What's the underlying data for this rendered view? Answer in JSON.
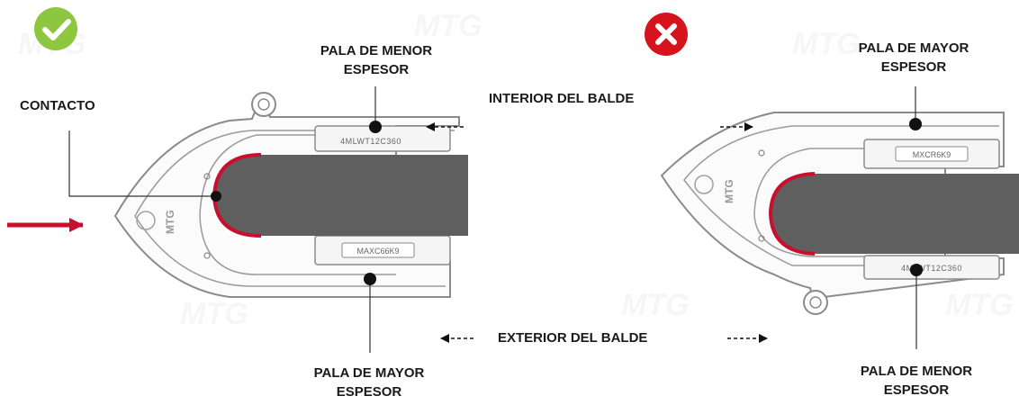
{
  "labels": {
    "contact": "CONTACTO",
    "left_top_line1": "PALA DE MENOR",
    "left_top_line2": "ESPESOR",
    "left_bottom_line1": "PALA DE MAYOR",
    "left_bottom_line2": "ESPESOR",
    "right_top_line1": "PALA DE MAYOR",
    "right_top_line2": "ESPESOR",
    "right_bottom_line1": "PALA DE MENOR",
    "right_bottom_line2": "ESPESOR",
    "interior": "INTERIOR DEL BALDE",
    "exterior": "EXTERIOR DEL BALDE"
  },
  "markings": {
    "left_top_plate": "4MLWT12C360",
    "left_bottom_plate": "MAXC66K9",
    "left_brand": "MTG",
    "right_top_plate": "MXCR6K9",
    "right_bottom_plate": "4MLWT12C360",
    "right_brand": "MTG"
  },
  "watermark": "MTG",
  "status": {
    "correct_icon": "check-circle-icon",
    "incorrect_icon": "x-circle-icon",
    "correct_color": "#8dc63f",
    "incorrect_color": "#d6141e"
  },
  "colors": {
    "accent": "#c8102e",
    "blade": "#5f5f5f",
    "outline": "#8a8a8a"
  }
}
